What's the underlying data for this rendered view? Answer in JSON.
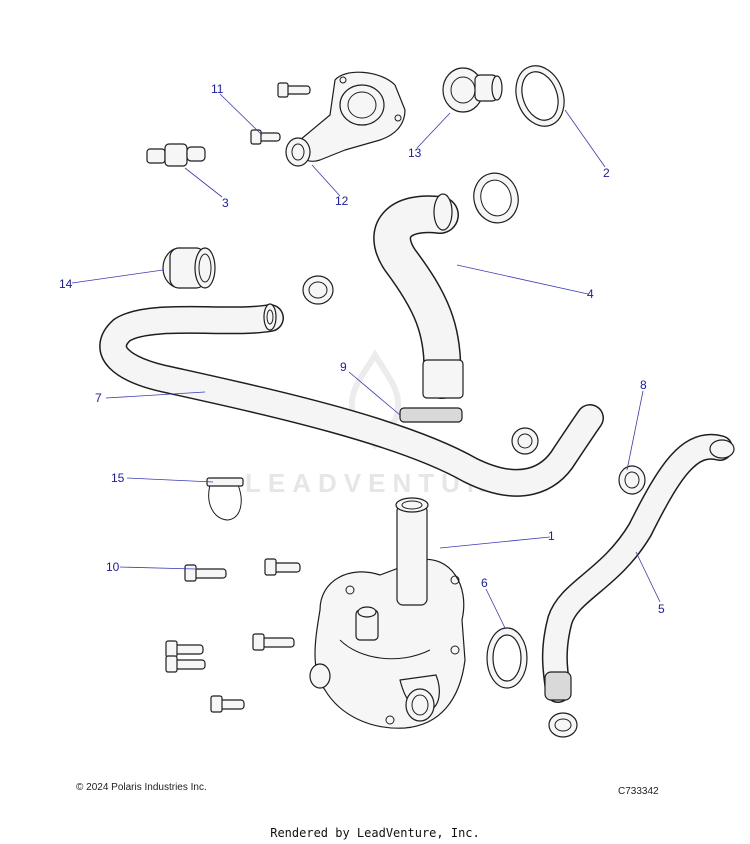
{
  "copyright": "© 2024 Polaris Industries Inc.",
  "diagram_code": "C733342",
  "render_credit": "Rendered by LeadVenture, Inc.",
  "watermark": "LEADVENTURE",
  "callouts": {
    "c1": "1",
    "c2": "2",
    "c3": "3",
    "c4": "4",
    "c5": "5",
    "c6": "6",
    "c7": "7",
    "c8": "8",
    "c9": "9",
    "c10": "10",
    "c11": "11",
    "c12": "12",
    "c13": "13",
    "c14": "14",
    "c15": "15"
  },
  "colors": {
    "callout": "#1a1aa6",
    "line": "#1e1e1e",
    "part_fill": "#f6f6f6"
  }
}
